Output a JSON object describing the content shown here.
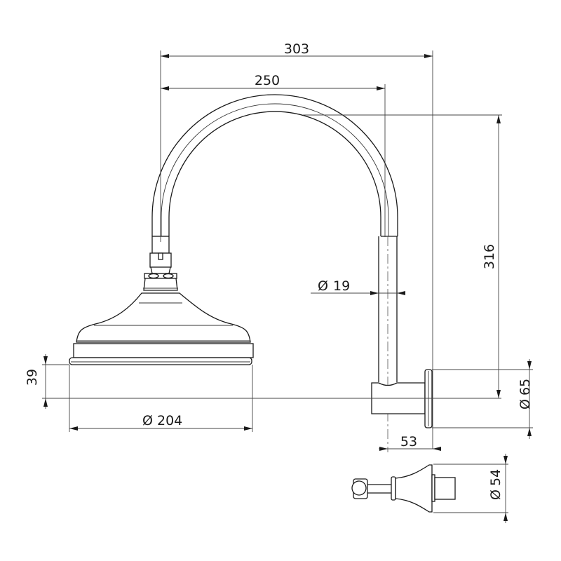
{
  "drawing": {
    "subject": "Gooseneck shower arm with traditional shower rose",
    "views": [
      "front-elevation",
      "top-plan"
    ],
    "line_color": "#1a1a1a",
    "background": "#ffffff"
  },
  "dimensions": {
    "overall_width": {
      "label": "303",
      "unit": "mm"
    },
    "arm_reach": {
      "label": "250",
      "unit": "mm"
    },
    "overall_height": {
      "label": "316",
      "unit": "mm"
    },
    "arm_diameter": {
      "symbol": "Ø",
      "label": "19",
      "unit": "mm"
    },
    "wall_flange_diameter": {
      "symbol": "Ø",
      "label": "65",
      "unit": "mm"
    },
    "rose_diameter": {
      "symbol": "Ø",
      "label": "204",
      "unit": "mm"
    },
    "rose_height": {
      "label": "39",
      "unit": "mm"
    },
    "wall_projection": {
      "label": "53",
      "unit": "mm"
    },
    "plan_flange_diameter": {
      "symbol": "Ø",
      "label": "54",
      "unit": "mm"
    }
  }
}
